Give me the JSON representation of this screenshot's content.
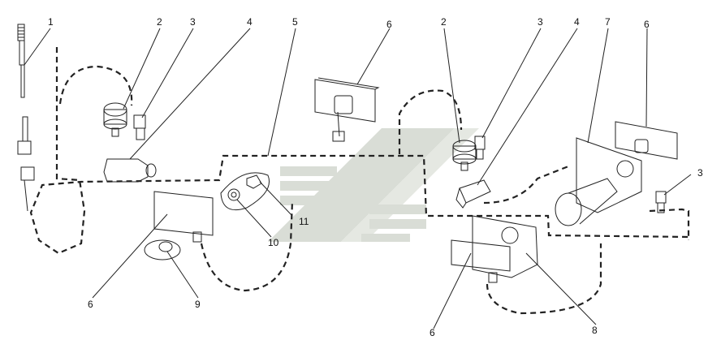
{
  "callouts": {
    "n1": "1",
    "n2a": "2",
    "n3a": "3",
    "n4a": "4",
    "n5": "5",
    "n6a": "6",
    "n2b": "2",
    "n3b": "3",
    "n4b": "4",
    "n7": "7",
    "n6b": "6",
    "n3c": "3",
    "n11": "11",
    "n10": "10",
    "n6c": "6",
    "n9": "9",
    "n6d": "6",
    "n8": "8"
  },
  "colors": {
    "line": "#222222",
    "watermark": "#d9ddd6",
    "watermark_dark": "#c9cec5"
  }
}
